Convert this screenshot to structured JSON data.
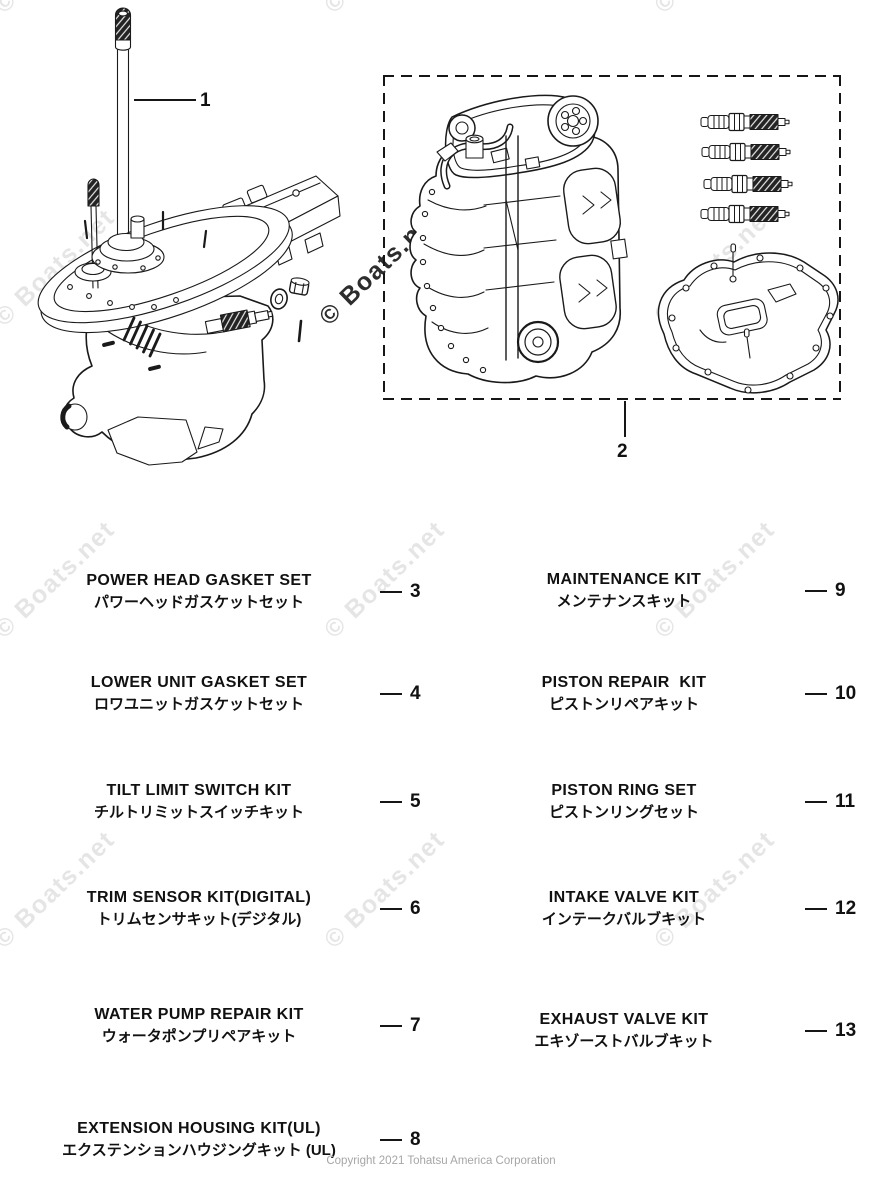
{
  "watermark": {
    "text": "© Boats.net"
  },
  "copyright": "Copyright 2021 Tohatsu America Corporation",
  "figures": {
    "lower_unit_label": "1",
    "power_head_label": "2"
  },
  "kits": [
    {
      "number": "3",
      "en": "POWER HEAD GASKET SET",
      "jp": "パワーヘッドガスケットセット"
    },
    {
      "number": "4",
      "en": "LOWER UNIT GASKET SET",
      "jp": "ロワユニットガスケットセット"
    },
    {
      "number": "5",
      "en": "TILT LIMIT SWITCH KIT",
      "jp": "チルトリミットスイッチキット"
    },
    {
      "number": "6",
      "en": "TRIM SENSOR KIT(DIGITAL)",
      "jp": "トリムセンサキット(デジタル)"
    },
    {
      "number": "7",
      "en": "WATER PUMP REPAIR KIT",
      "jp": "ウォータポンプリペアキット"
    },
    {
      "number": "8",
      "en": "EXTENSION HOUSING KIT(UL)",
      "jp": "エクステンションハウジングキット (UL)"
    },
    {
      "number": "9",
      "en": "MAINTENANCE KIT",
      "jp": "メンテナンスキット"
    },
    {
      "number": "10",
      "en": "PISTON REPAIR  KIT",
      "jp": "ピストンリペアキット"
    },
    {
      "number": "11",
      "en": "PISTON RING SET",
      "jp": "ピストンリングセット"
    },
    {
      "number": "12",
      "en": "INTAKE VALVE KIT",
      "jp": "インテークバルブキット"
    },
    {
      "number": "13",
      "en": "EXHAUST VALVE KIT",
      "jp": "エキゾーストバルブキット"
    }
  ]
}
